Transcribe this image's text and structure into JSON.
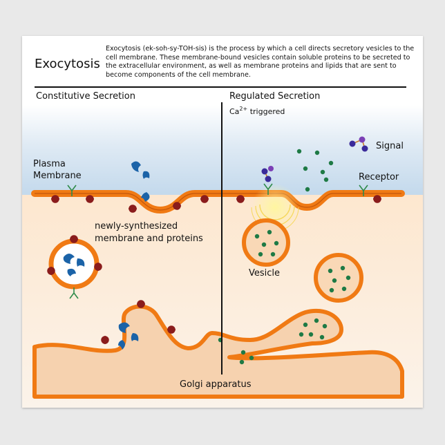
{
  "header": {
    "title": "Exocytosis",
    "description": "Exocytosis (ek-soh-sy-TOH-sis) is the process by which a cell directs secretory vesicles to the cell membrane. These membrane-bound vesicles contain soluble proteins to be secreted to the extracellular environment, as well as membrane proteins and lipids that are sent to become components of the cell membrane."
  },
  "panels": {
    "constitutive_title": "Constitutive Secretion",
    "regulated_title": "Regulated Secretion",
    "trigger_prefix": "Ca",
    "trigger_sup": "2+",
    "trigger_suffix": " triggered"
  },
  "labels": {
    "plasma_line1": "Plasma",
    "plasma_line2": "Membrane",
    "new_line1": "newly-synthesized",
    "new_line2": "membrane and proteins",
    "signal": "Signal",
    "receptor": "Receptor",
    "vesicle": "Vesicle",
    "golgi": "Golgi apparatus"
  },
  "colors": {
    "membrane": "#f07a14",
    "membrane_dark": "#b5520a",
    "cytoplasm": "#f9d3ae",
    "extracellular": "#c9dff0",
    "cargo_blue": "#1b63a8",
    "granule_green": "#1e7a45",
    "protein": "#8a1c1c",
    "receptor": "#2e8b4a",
    "signal": "#5a2a9a"
  }
}
